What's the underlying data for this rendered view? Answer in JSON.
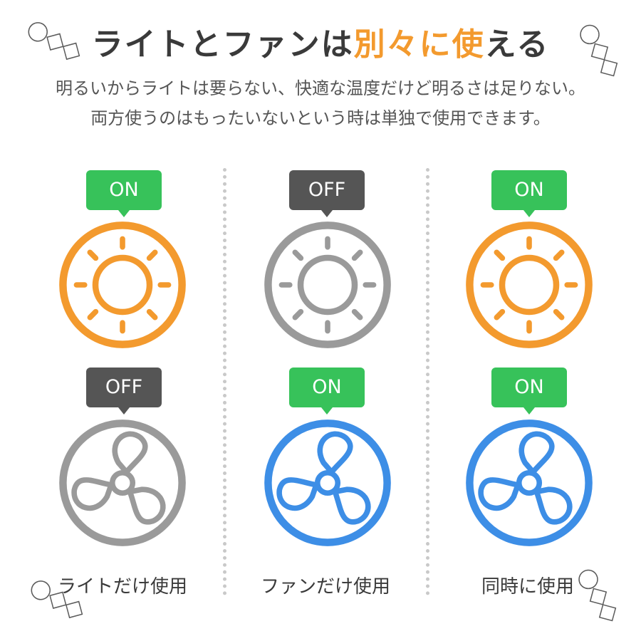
{
  "title": {
    "pre": "ライトとファンは",
    "accent": "別々に使",
    "post": "える"
  },
  "subtitle": {
    "line1": "明るいからライトは要らない、快適な温度だけど明るさは足りない。",
    "line2": "両方使うのはもったいないという時は単独で使用できます。"
  },
  "columns": [
    {
      "light_state": "ON",
      "fan_state": "OFF",
      "caption": "ライトだけ使用"
    },
    {
      "light_state": "OFF",
      "fan_state": "ON",
      "caption": "ファンだけ使用"
    },
    {
      "light_state": "ON",
      "fan_state": "ON",
      "caption": "同時に使用"
    }
  ],
  "icons": {
    "light": "sun-light-icon",
    "fan": "fan-icon"
  },
  "colors": {
    "light_on": "#f39a2e",
    "fan_on": "#3d8ee6",
    "off": "#9a9a9a",
    "badge_on": "#37c25a",
    "badge_off": "#555555",
    "title_accent": "#f39a2e"
  }
}
